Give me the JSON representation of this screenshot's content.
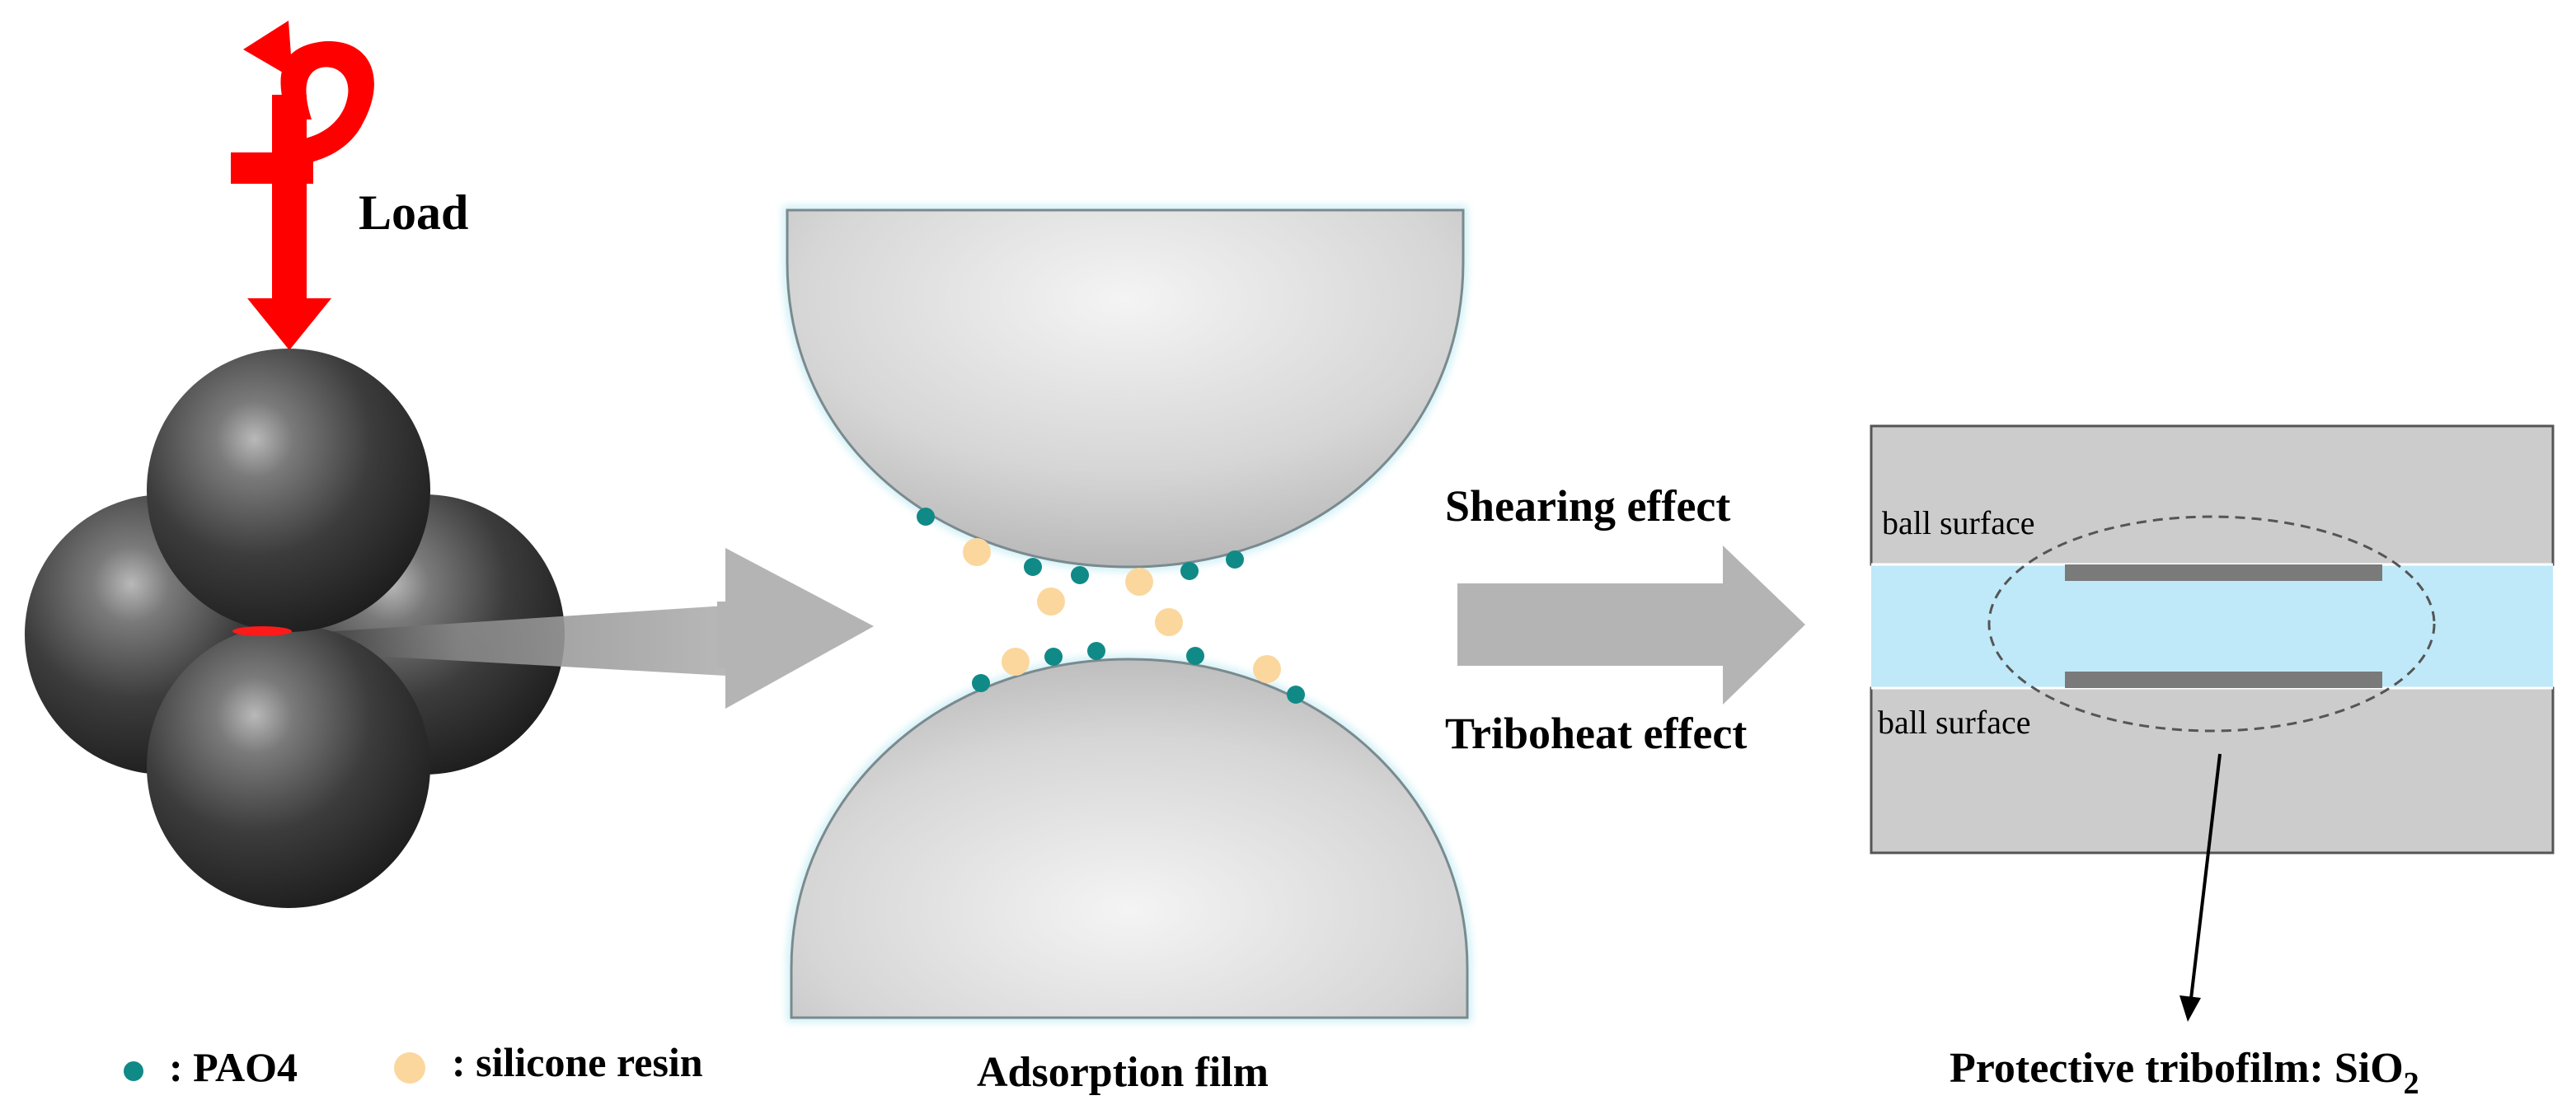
{
  "labels": {
    "load": "Load",
    "shearing": "Shearing effect",
    "triboheat": "Triboheat effect",
    "ball_surface_top": "ball surface",
    "ball_surface_bottom": "ball surface",
    "adsorption_film": "Adsorption film",
    "protective_tribofilm": "Protective  tribofilm: SiO",
    "protective_subscript": "2"
  },
  "legend": {
    "pao4_label": ": PAO4",
    "silicone_label": ": silicone resin"
  },
  "colors": {
    "load_arrow": "#ff0000",
    "pao4_dot": "#108a87",
    "silicone_dot": "#fbd79e",
    "ball": "#3c3c3c",
    "contact_half_sphere": "#d2d2d2",
    "gray_arrow": "#b4b4b4",
    "ball_surface_block": "#cccccc",
    "lubricant_layer": "#bfe9f8",
    "tribofilm": "#7a7a7a"
  }
}
